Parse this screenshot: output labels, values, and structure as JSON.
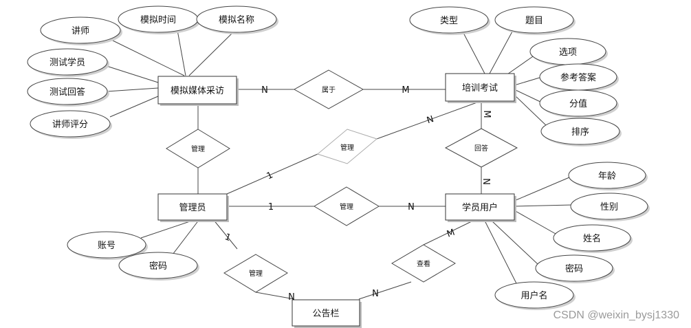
{
  "entities": {
    "interview": "模拟媒体采访",
    "exam": "培训考试",
    "admin": "管理员",
    "student": "学员用户",
    "board": "公告栏"
  },
  "attributes": {
    "interview": [
      "讲师",
      "模拟时间",
      "模拟名称",
      "测试学员",
      "测试回答",
      "讲师评分"
    ],
    "exam": [
      "类型",
      "题目",
      "选项",
      "参考答案",
      "分值",
      "排序"
    ],
    "admin": [
      "账号",
      "密码"
    ],
    "student": [
      "年龄",
      "性别",
      "姓名",
      "密码",
      "用户名"
    ]
  },
  "relations": {
    "belongs": "属于",
    "manage_interview": "管理",
    "manage_exam": "管理",
    "manage_student": "管理",
    "answer": "回答",
    "manage_board": "管理",
    "view": "查看"
  },
  "cardinalities": {
    "belongs_left": "N",
    "belongs_right": "M",
    "manage_exam_admin": "1",
    "manage_exam_exam": "N",
    "answer_exam": "M",
    "answer_student": "N",
    "manage_student_admin": "1",
    "manage_student_student": "N",
    "manage_board_admin": "1",
    "manage_board_board": "N",
    "view_board": "N",
    "view_student": "M"
  },
  "watermark": "CSDN @weixin_bysj1330"
}
